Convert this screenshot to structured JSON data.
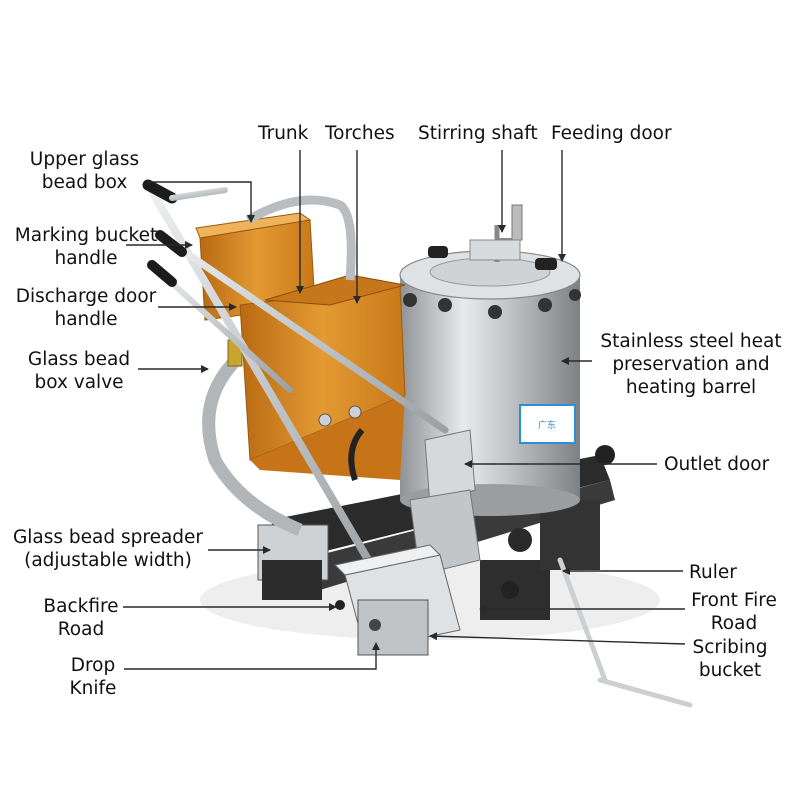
{
  "colors": {
    "label_text": "#111111",
    "leader_line": "#2a2a2a",
    "orange_body": "#d98a1e",
    "steel": "#c9ccce",
    "brand_blue": "#2b8fd6"
  },
  "labels": {
    "upper_glass_bead_box": [
      "Upper glass",
      "bead box"
    ],
    "marking_bucket_handle": [
      "Marking bucket",
      "handle"
    ],
    "discharge_door_handle": [
      "Discharge door",
      "handle"
    ],
    "glass_bead_box_valve": [
      "Glass bead",
      "box valve"
    ],
    "glass_bead_spreader": [
      "Glass bead spreader",
      "(adjustable width)"
    ],
    "backfire_road": [
      "Backfire",
      "Road"
    ],
    "drop_knife": [
      "Drop",
      "Knife"
    ],
    "trunk": "Trunk",
    "torches": "Torches",
    "stirring_shaft": "Stirring shaft",
    "feeding_door": "Feeding door",
    "stainless_barrel": [
      "Stainless steel heat",
      "preservation and",
      "heating barrel"
    ],
    "outlet_door": "Outlet door",
    "ruler": "Ruler",
    "front_fire_road": [
      "Front Fire",
      "Road"
    ],
    "scribing_bucket": [
      "Scribing",
      "bucket"
    ]
  },
  "barrel_brand": "广东",
  "marks": {
    "arrowhead": "triangle-arrow"
  }
}
